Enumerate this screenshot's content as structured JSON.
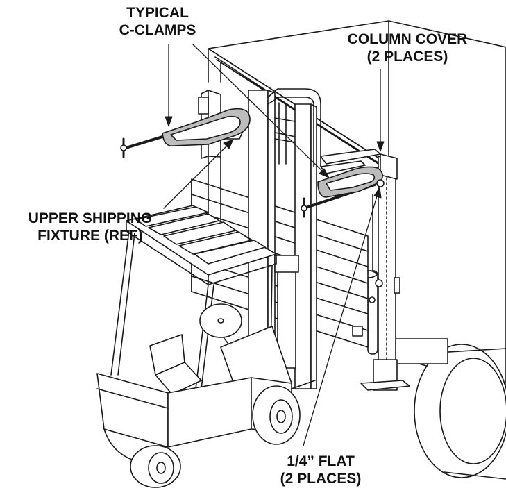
{
  "figure": {
    "labels": {
      "typical_c_clamps": [
        "TYPICAL",
        "C-CLAMPS"
      ],
      "column_cover": [
        "COLUMN COVER",
        "(2 PLACES)"
      ],
      "upper_shipping_fixture": [
        "UPPER SHIPPING",
        "FIXTURE (REF)"
      ],
      "flat_bar": [
        "1/4” FLAT",
        "(2 PLACES)"
      ]
    },
    "colors": {
      "line": "#1a1a1a",
      "fill": "#ffffff",
      "shade": "#bdbdbd",
      "text": "#111111"
    }
  }
}
